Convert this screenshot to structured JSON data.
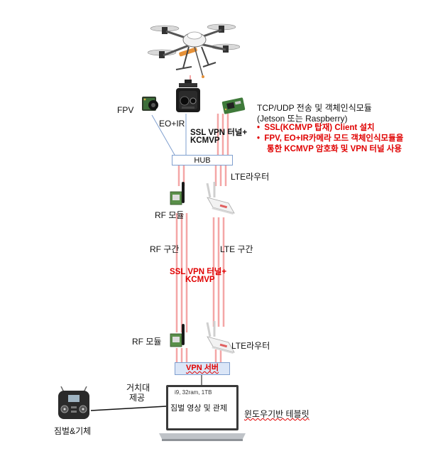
{
  "labels": {
    "fpv": "FPV",
    "eo_ir": "EO+IR",
    "tcp_title": "TCP/UDP 전송 및 객체인식모듈",
    "tcp_sub": "(Jetson 또는 Raspberry)",
    "ssl_top_line1": "SSL VPN 터널+",
    "ssl_top_line2": "KCMVP",
    "bullet1": "SSL(KCMVP 탑재) Client 설치",
    "bullet2_line1": "FPV, EO+IR카메라 모드 객체인식모듈을",
    "bullet2_line2": "통한 KCMVP 암호화 및 VPN 터널 사용",
    "hub": "HUB",
    "lte_router_top": "LTE라우터",
    "rf_module_top": "RF 모듈",
    "rf_section": "RF 구간",
    "lte_section": "LTE 구간",
    "ssl_mid_line1": "SSL VPN 터널+",
    "ssl_mid_line2": "KCMVP",
    "rf_module_bottom": "RF 모듈",
    "lte_router_bottom": "LTE라우터",
    "vpn_server": "VPN 서버",
    "cradle_line1": "거치대",
    "cradle_line2": "제공",
    "laptop_spec": "i9, 32ram, 1TB",
    "laptop_title": "짐벌 영상 및 관제",
    "windows_tablet": "윈도우기반 테블릿",
    "gimbal_controller": "짐벌&기체"
  },
  "colors": {
    "tunnel": "#f4a6a6",
    "accent_red": "#e00000",
    "wire_blue": "#7f9fcf"
  }
}
